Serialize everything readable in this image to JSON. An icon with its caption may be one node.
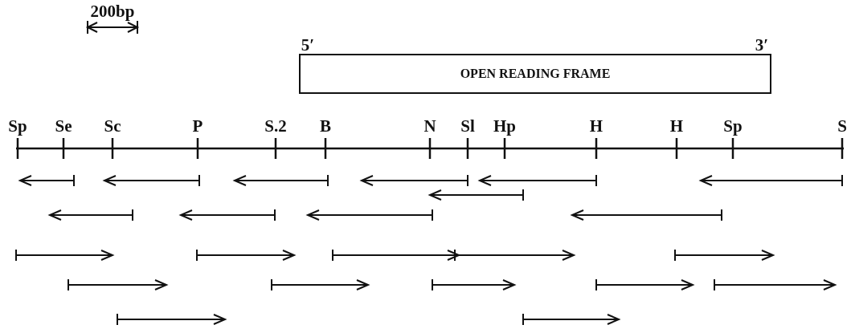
{
  "diagram": {
    "nodes": [
      {
        "text": [
          "OPEN READING FRAME"
        ],
        "beside": [
          "5′",
          "3′"
        ]
      }
    ],
    "edges": [],
    "labels": [
      "200bp",
      "Sp",
      "Se",
      "Sc",
      "P",
      "S.2",
      "B",
      "N",
      "Sl",
      "Hp",
      "H",
      "H",
      "Sp",
      "S"
    ]
  }
}
